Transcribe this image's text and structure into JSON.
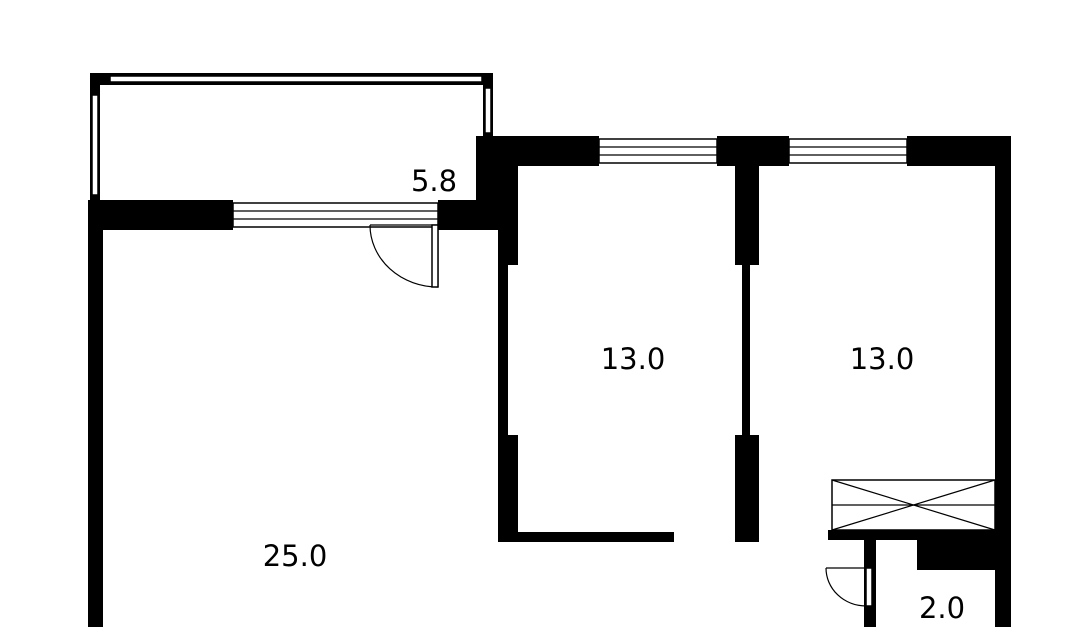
{
  "rooms": [
    {
      "id": "balcony",
      "area": "5.8"
    },
    {
      "id": "living-room",
      "area": "25.0"
    },
    {
      "id": "bedroom-middle",
      "area": "13.0"
    },
    {
      "id": "bedroom-right",
      "area": "13.0"
    },
    {
      "id": "bathroom",
      "area": "2.0"
    }
  ],
  "colors": {
    "wall": "#000000",
    "background": "#ffffff"
  }
}
